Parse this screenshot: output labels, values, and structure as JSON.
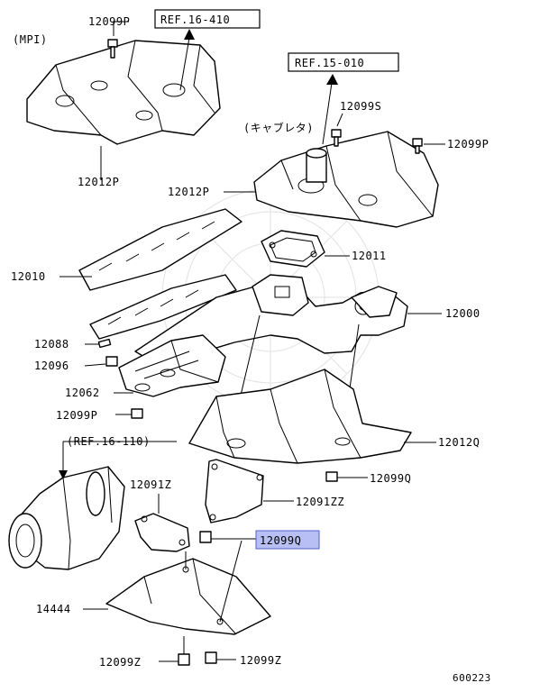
{
  "labels": {
    "mpi": "(MPI)",
    "carb": "(キャブレタ)",
    "ref_16_410": "REF.16-410",
    "ref_15_010": "REF.15-010",
    "ref_16_110": "(REF.16-110)",
    "p12099P_a": "12099P",
    "p12099P_b": "12099P",
    "p12099P_c": "12099P",
    "p12099S": "12099S",
    "p12012P_a": "12012P",
    "p12012P_b": "12012P",
    "p12011": "12011",
    "p12010": "12010",
    "p12000": "12000",
    "p12088": "12088",
    "p12096": "12096",
    "p12062": "12062",
    "p12012Q": "12012Q",
    "p12099Q_a": "12099Q",
    "p12099Q_hl": "12099Q",
    "p12091Z": "12091Z",
    "p12091ZZ": "12091ZZ",
    "p14444": "14444",
    "p12099Z_a": "12099Z",
    "p12099Z_b": "12099Z",
    "doc_id": "600223"
  },
  "colors": {
    "highlight": "#b8bff5",
    "ink": "#000000"
  }
}
